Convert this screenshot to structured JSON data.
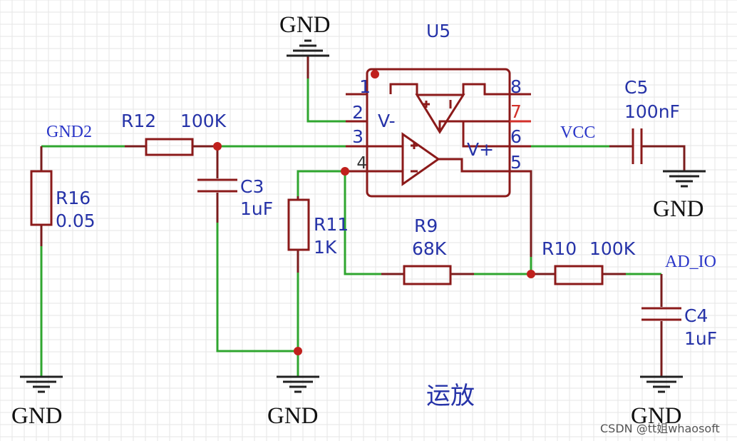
{
  "chip": {
    "ref": "U5",
    "pins": [
      "1",
      "2",
      "3",
      "4",
      "5",
      "6",
      "7",
      "8"
    ],
    "label_vminus": "V-",
    "label_vplus": "V+"
  },
  "components": {
    "r12": {
      "ref": "R12",
      "value": "100K"
    },
    "r16": {
      "ref": "R16",
      "value": "0.05"
    },
    "c3": {
      "ref": "C3",
      "value": "1uF"
    },
    "r11": {
      "ref": "R11",
      "value": "1K"
    },
    "r9": {
      "ref": "R9",
      "value": "68K"
    },
    "r10": {
      "ref": "R10",
      "value": "100K"
    },
    "c4": {
      "ref": "C4",
      "value": "1uF"
    },
    "c5": {
      "ref": "C5",
      "value": "100nF"
    }
  },
  "nets": {
    "gnd2": "GND2",
    "vcc": "VCC",
    "ad_io": "AD_IO",
    "gnd": "GND"
  },
  "title": "运放",
  "watermark": "CSDN @tt姐whaosoft",
  "colors": {
    "wire": "#2fa62f",
    "component": "#8b1a1a",
    "label": "#2633a8",
    "junction": "#c0201c"
  }
}
